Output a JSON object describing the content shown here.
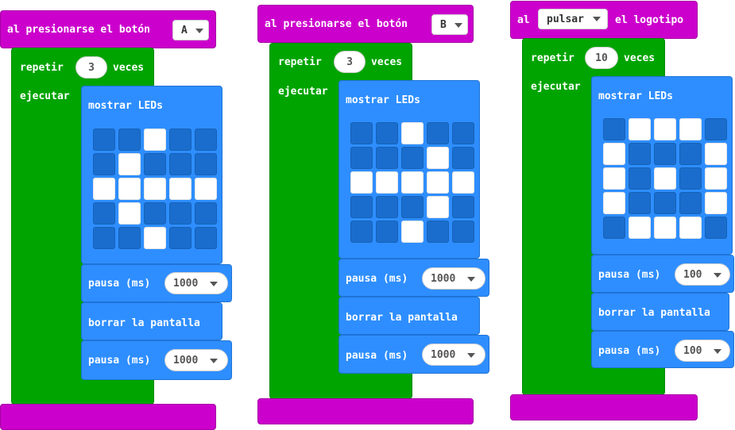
{
  "colors": {
    "event": "#cc00cc",
    "loop": "#00a400",
    "basic": "#2e8eff",
    "led_off": "#1a6dcc",
    "led_on": "#ffffff"
  },
  "scripts": [
    {
      "header": "al presionarse el botón",
      "button": "A",
      "repeat_label": "repetir",
      "repeat_count": "3",
      "times_label": "veces",
      "do_label": "ejecutar",
      "show_leds": "mostrar LEDs",
      "leds": [
        [
          0,
          0,
          1,
          0,
          0
        ],
        [
          0,
          1,
          0,
          0,
          0
        ],
        [
          1,
          1,
          1,
          1,
          1
        ],
        [
          0,
          1,
          0,
          0,
          0
        ],
        [
          0,
          0,
          1,
          0,
          0
        ]
      ],
      "pause1_label": "pausa (ms)",
      "pause1_value": "1000",
      "clear_label": "borrar la pantalla",
      "pause2_label": "pausa (ms)",
      "pause2_value": "1000"
    },
    {
      "header": "al presionarse el botón",
      "button": "B",
      "repeat_label": "repetir",
      "repeat_count": "3",
      "times_label": "veces",
      "do_label": "ejecutar",
      "show_leds": "mostrar LEDs",
      "leds": [
        [
          0,
          0,
          1,
          0,
          0
        ],
        [
          0,
          0,
          0,
          1,
          0
        ],
        [
          1,
          1,
          1,
          1,
          1
        ],
        [
          0,
          0,
          0,
          1,
          0
        ],
        [
          0,
          0,
          1,
          0,
          0
        ]
      ],
      "pause1_label": "pausa (ms)",
      "pause1_value": "1000",
      "clear_label": "borrar la pantalla",
      "pause2_label": "pausa (ms)",
      "pause2_value": "1000"
    },
    {
      "header_prefix": "al",
      "gesture": "pulsar",
      "header_suffix": "el logotipo",
      "repeat_label": "repetir",
      "repeat_count": "10",
      "times_label": "veces",
      "do_label": "ejecutar",
      "show_leds": "mostrar LEDs",
      "leds": [
        [
          0,
          1,
          1,
          1,
          0
        ],
        [
          1,
          0,
          0,
          0,
          1
        ],
        [
          1,
          0,
          1,
          0,
          1
        ],
        [
          1,
          0,
          0,
          0,
          1
        ],
        [
          0,
          1,
          1,
          1,
          0
        ]
      ],
      "pause1_label": "pausa (ms)",
      "pause1_value": "100",
      "clear_label": "borrar la pantalla",
      "pause2_label": "pausa (ms)",
      "pause2_value": "100"
    }
  ]
}
